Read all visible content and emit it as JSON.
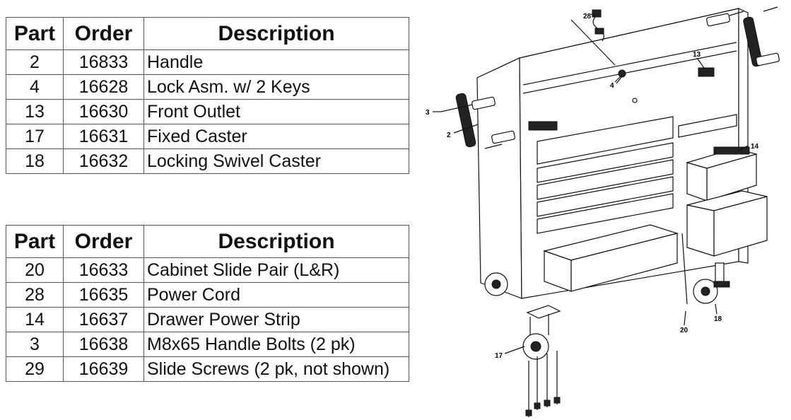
{
  "tables": [
    {
      "headers": [
        "Part",
        "Order",
        "Description"
      ],
      "rows": [
        [
          "2",
          "16833",
          "Handle"
        ],
        [
          "4",
          "16628",
          "Lock Asm. w/ 2 Keys"
        ],
        [
          "13",
          "16630",
          "Front Outlet"
        ],
        [
          "17",
          "16631",
          "Fixed Caster"
        ],
        [
          "18",
          "16632",
          "Locking Swivel Caster"
        ]
      ]
    },
    {
      "headers": [
        "Part",
        "Order",
        "Description"
      ],
      "rows": [
        [
          "20",
          "16633",
          "Cabinet Slide Pair (L&R)"
        ],
        [
          "28",
          "16635",
          "Power Cord"
        ],
        [
          "14",
          "16637",
          "Drawer Power Strip"
        ],
        [
          "3",
          "16638",
          "M8x65 Handle Bolts (2 pk)"
        ],
        [
          "29",
          "16639",
          "Slide Screws (2 pk, not shown)"
        ]
      ]
    }
  ],
  "diagram": {
    "callouts": {
      "part_28": "28",
      "part_13": "13",
      "part_4": "4",
      "part_3": "3",
      "part_2": "2",
      "part_14": "14",
      "part_17": "17",
      "part_20": "20",
      "part_18": "18"
    }
  }
}
